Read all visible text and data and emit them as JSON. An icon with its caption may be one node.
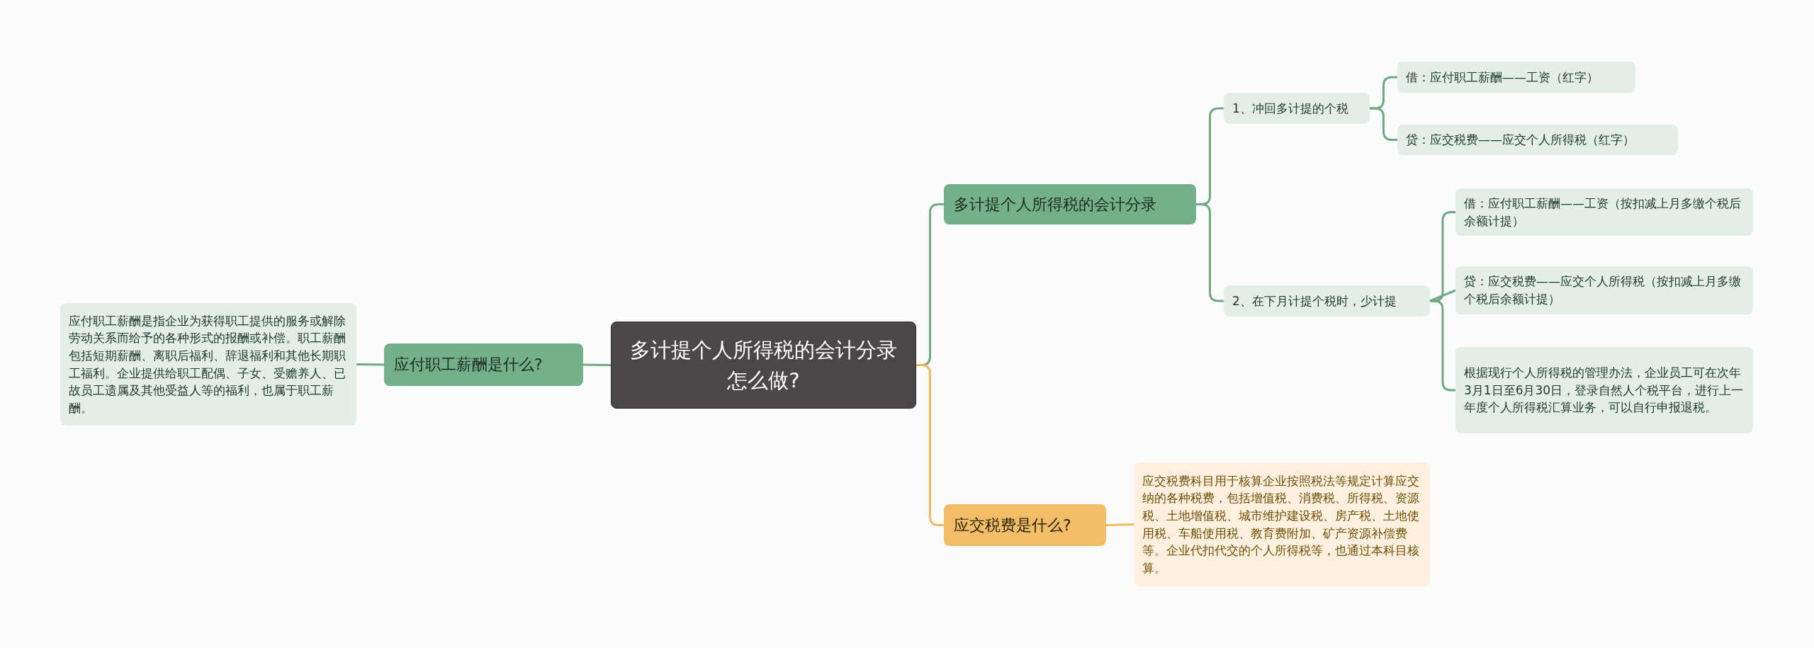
{
  "diagram": {
    "nodes": [
      {
        "text": [
          "多计提个人所得税的会计分录怎么做?"
        ]
      },
      {
        "text": [
          "多计提个人所得税的会计分录"
        ]
      },
      {
        "text": [
          "1、冲回多计提的个税"
        ]
      },
      {
        "text": [
          "借：应付职工薪酬——工资（红字）"
        ]
      },
      {
        "text": [
          "贷：应交税费——应交个人所得税（红字）"
        ]
      },
      {
        "text": [
          "2、在下月计提个税时，少计提"
        ]
      },
      {
        "text": [
          "借：应付职工薪酬——工资（按扣减上月多缴个税后余额计提）"
        ]
      },
      {
        "text": [
          "贷：应交税费——应交个人所得税（按扣减上月多缴个税后余额计提）"
        ]
      },
      {
        "text": [
          "根据现行个人所得税的管理办法，企业员工可在次年3月1日至6月30日，登录自然人个税平台，进行上一年度个人所得税汇算业务，可以自行申报退税。"
        ]
      },
      {
        "text": [
          "应交税费是什么?"
        ]
      },
      {
        "text": [
          "应交税费科目用于核算企业按照税法等规定计算应交纳的各种税费，包括增值税、消费税、所得税、资源税、土地增值税、城市维护建设税、房产税、土地使用税、车船使用税、教育费附加、矿产资源补偿费等。企业代扣代交的个人所得税等，也通过本科目核算。"
        ]
      },
      {
        "text": [
          "应付职工薪酬是什么?"
        ]
      },
      {
        "text": [
          "应付职工薪酬是指企业为获得职工提供的服务或解除劳动关系而给予的各种形式的报酬或补偿。职工薪酬包括短期薪酬、离职后福利、辞退福利和其他长期职工福利。企业提供给职工配偶、子女、受赡养人、已故员工遗属及其他受益人等的福利，也属于职工薪酬。"
        ]
      }
    ],
    "edges": [
      {
        "from": 0,
        "to": 1,
        "arrow": "none"
      },
      {
        "from": 1,
        "to": 2,
        "arrow": "none"
      },
      {
        "from": 2,
        "to": 3,
        "arrow": "none"
      },
      {
        "from": 2,
        "to": 4,
        "arrow": "none"
      },
      {
        "from": 1,
        "to": 5,
        "arrow": "none"
      },
      {
        "from": 5,
        "to": 6,
        "arrow": "none"
      },
      {
        "from": 5,
        "to": 7,
        "arrow": "none"
      },
      {
        "from": 5,
        "to": 8,
        "arrow": "none"
      },
      {
        "from": 0,
        "to": 9,
        "arrow": "none",
        "color": "#f0b95e"
      },
      {
        "from": 9,
        "to": 10,
        "arrow": "none",
        "color": "#f0b95e"
      },
      {
        "from": 0,
        "to": 11,
        "arrow": "none"
      },
      {
        "from": 11,
        "to": 12,
        "arrow": "none"
      }
    ]
  }
}
